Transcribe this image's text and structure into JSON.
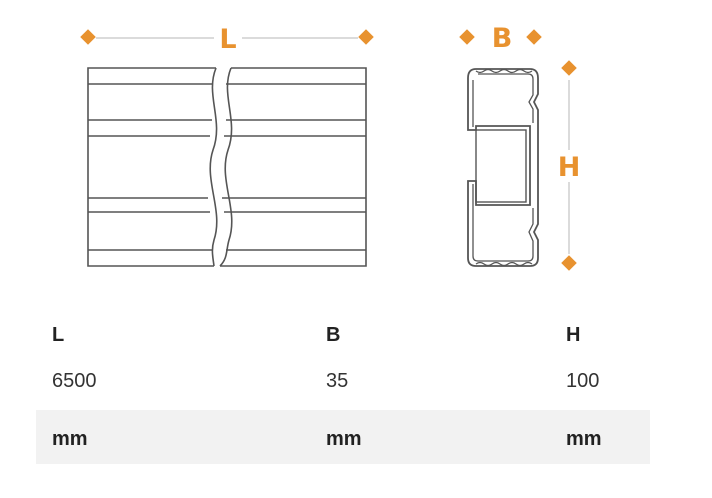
{
  "diagram": {
    "accent_color": "#e8922f",
    "line_color": "#555555",
    "dimension_labels": {
      "length": "L",
      "width": "B",
      "height": "H"
    }
  },
  "specs": {
    "headers": [
      "L",
      "B",
      "H"
    ],
    "values": [
      "6500",
      "35",
      "100"
    ],
    "units": [
      "mm",
      "mm",
      "mm"
    ]
  }
}
